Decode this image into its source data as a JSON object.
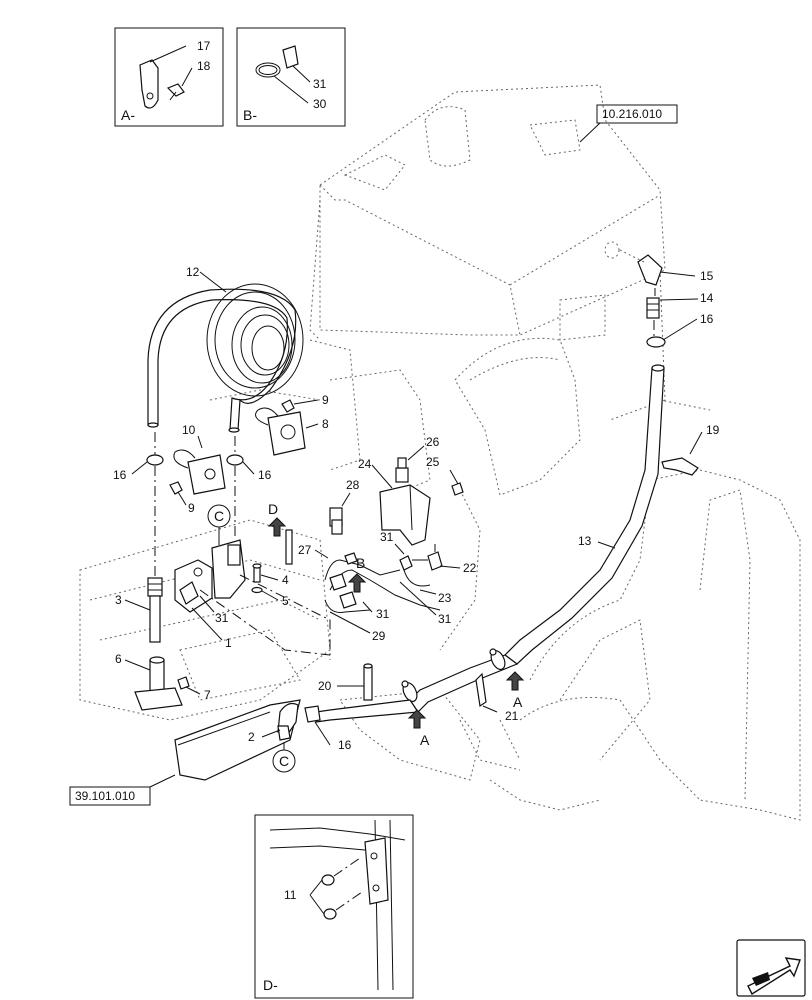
{
  "insets": {
    "A": {
      "label": "A-",
      "callouts": [
        "17",
        "18"
      ]
    },
    "B": {
      "label": "B-",
      "callouts": [
        "31",
        "30"
      ]
    },
    "D": {
      "label": "D-",
      "callouts": [
        "11"
      ]
    }
  },
  "references": {
    "top_right": "10.216.010",
    "bottom_left": "39.101.010"
  },
  "view_markers": {
    "C_top": "C",
    "C_bottom": "C",
    "D": "D",
    "B": "B",
    "A_left": "A",
    "A_right": "A"
  },
  "callouts": {
    "c1": "1",
    "c2": "2",
    "c3": "3",
    "c4": "4",
    "c5": "5",
    "c6": "6",
    "c7": "7",
    "c8": "8",
    "c9a": "9",
    "c9b": "9",
    "c10": "10",
    "c12": "12",
    "c13": "13",
    "c14": "14",
    "c15": "15",
    "c16a": "16",
    "c16b": "16",
    "c16c": "16",
    "c16d": "16",
    "c19": "19",
    "c20": "20",
    "c21": "21",
    "c22": "22",
    "c23": "23",
    "c24": "24",
    "c25": "25",
    "c26": "26",
    "c27": "27",
    "c28": "28",
    "c29": "29",
    "c31a": "31",
    "c31b": "31",
    "c31c": "31",
    "c31d": "31"
  },
  "icons": {
    "nav": "next-page-arrow-icon"
  }
}
